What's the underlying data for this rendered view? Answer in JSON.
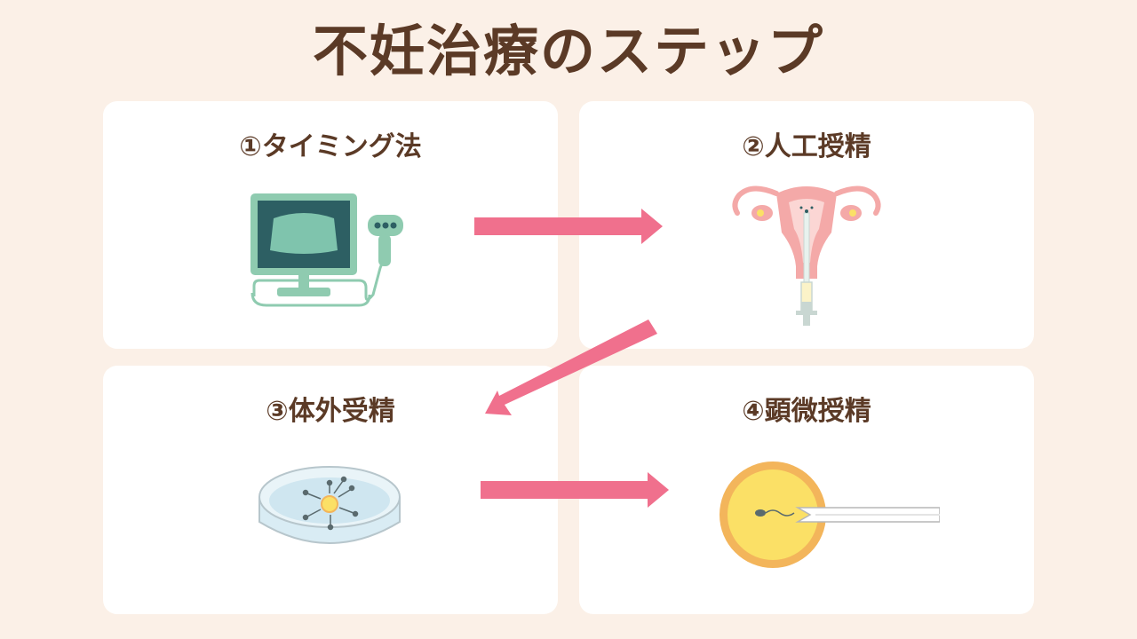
{
  "title": "不妊治療のステップ",
  "steps": [
    {
      "label": "①タイミング法",
      "icon": "ultrasound-machine-icon"
    },
    {
      "label": "②人工授精",
      "icon": "uterus-syringe-icon"
    },
    {
      "label": "③体外受精",
      "icon": "petri-dish-icon"
    },
    {
      "label": "④顕微授精",
      "icon": "egg-injection-icon"
    }
  ],
  "colors": {
    "background": "#fbf0e7",
    "card": "#ffffff",
    "text": "#5b3a26",
    "arrow": "#f0708d",
    "monitor": "#8fcbb0",
    "screen": "#2d5f63",
    "uterus": "#f4a9a8",
    "egg": "#fbe066",
    "egg_rim": "#f3b55b"
  }
}
